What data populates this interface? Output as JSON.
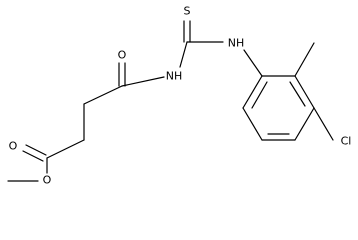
{
  "molecule": {
    "atoms": {
      "sulfur": "S",
      "thioamide_nitrogen": "NH",
      "amide_nitrogen": "NH",
      "ketone_oxygen": "O",
      "ester_carbonyl_oxygen": "O",
      "ester_ether_oxygen": "O",
      "chlorine": "Cl"
    }
  }
}
